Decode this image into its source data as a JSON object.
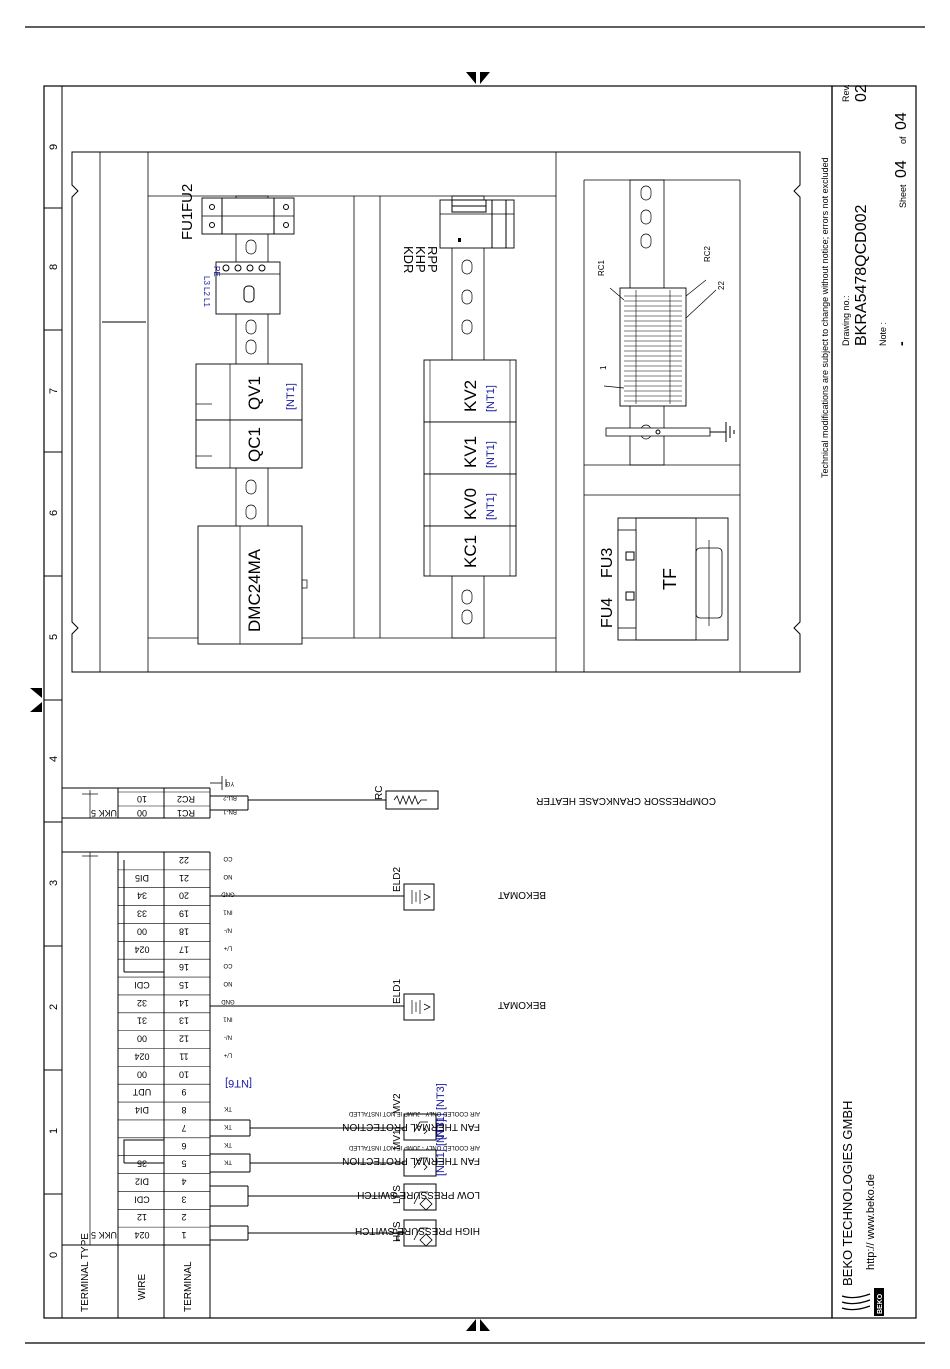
{
  "title_block": {
    "company": "BEKO TECHNOLOGIES GMBH",
    "website": "http:// www.beko.de",
    "disclaimer": "Technical modifications are subject to change without notice; errors not excluded",
    "drawing_no_label": "Drawing no.:",
    "drawing_no": "BKRA5478QCD002",
    "note_label": "Note :",
    "note_value": "-",
    "rev_label": "Rev.",
    "rev": "02",
    "sheet_label": "Sheet",
    "sheet_no": "04",
    "of_label": "of",
    "sheet_total": "04"
  },
  "grid_labels": [
    "0",
    "1",
    "2",
    "3",
    "4",
    "5",
    "6",
    "7",
    "8",
    "9"
  ],
  "terminal_headers": {
    "type": "TERMINAL TYPE",
    "wire": "WIRE",
    "terminal": "TERMINAL"
  },
  "panel": {
    "components": {
      "dmc": "DMC24MA",
      "qc1": "QC1",
      "qv1": "QV1",
      "qv1_note": "[NT1]",
      "fu1": "FU1",
      "fu2": "FU2",
      "pe_block": "PE",
      "l2": "L2",
      "l3": "L3",
      "l1": "L1",
      "kc1": "KC1",
      "kv0": "KV0",
      "kv0_note": "[NT1]",
      "kv1": "KV1",
      "kv1_note": "[NT1]",
      "kv2": "KV2",
      "kv2_note": "[NT1]",
      "rpp": "RPP",
      "khp": "KHP",
      "kdr": "KDR",
      "fu4": "FU4",
      "fu3": "FU3",
      "tf": "TF",
      "rc1": "RC1",
      "rc2": "RC2",
      "t1": "1",
      "t22": "22"
    }
  },
  "devices": {
    "hps": {
      "tag": "HPS",
      "label": "HIGH PRESSURE SWITCH"
    },
    "lps": {
      "tag": "LPS",
      "label": "LOW PRESSURE SWITCH"
    },
    "mv1": {
      "tag": "MV1",
      "label": "FAN THERMAL PROTECTION",
      "note": "AIR COOLED ONLY - JUMP IF NOT INSTALLED",
      "refs": "[NT1] [NT3]"
    },
    "mv2": {
      "tag": "MV2",
      "label": "FAN THERMAL PROTECTION",
      "note": "AIR COOLED ONLY - JUMP IF NOT INSTALLED",
      "refs": "[NT1] [NT3]"
    },
    "nt6": "[NT6]",
    "eld1": {
      "tag": "ELD1",
      "label": "BEKOMAT"
    },
    "eld2": {
      "tag": "ELD2",
      "label": "BEKOMAT"
    },
    "rc": {
      "tag": "RC",
      "label": "COMPRESSOR CRANKCASE HEATER"
    }
  },
  "terminal_rows": [
    {
      "terminal": "1",
      "wire": "024",
      "type": "UKK 5",
      "pin": ""
    },
    {
      "terminal": "2",
      "wire": "12",
      "type": "",
      "pin": ""
    },
    {
      "terminal": "3",
      "wire": "CDI",
      "type": "",
      "pin": ""
    },
    {
      "terminal": "4",
      "wire": "DI2",
      "type": "",
      "pin": ""
    },
    {
      "terminal": "5",
      "wire": "35",
      "type": "",
      "pin": "TK"
    },
    {
      "terminal": "6",
      "wire": "",
      "type": "",
      "pin": "TK"
    },
    {
      "terminal": "7",
      "wire": "",
      "type": "",
      "pin": "TK"
    },
    {
      "terminal": "8",
      "wire": "DI4",
      "type": "",
      "pin": "TK"
    },
    {
      "terminal": "9",
      "wire": "UDT",
      "type": "",
      "pin": ""
    },
    {
      "terminal": "10",
      "wire": "00",
      "type": "",
      "pin": ""
    },
    {
      "terminal": "11",
      "wire": "024",
      "type": "",
      "pin": "L/+"
    },
    {
      "terminal": "12",
      "wire": "00",
      "type": "",
      "pin": "N/-"
    },
    {
      "terminal": "13",
      "wire": "31",
      "type": "",
      "pin": "IN1"
    },
    {
      "terminal": "14",
      "wire": "32",
      "type": "",
      "pin": "GND"
    },
    {
      "terminal": "15",
      "wire": "CDI",
      "type": "",
      "pin": "NO"
    },
    {
      "terminal": "16",
      "wire": "",
      "type": "",
      "pin": "CO"
    },
    {
      "terminal": "17",
      "wire": "024",
      "type": "",
      "pin": "L/+"
    },
    {
      "terminal": "18",
      "wire": "00",
      "type": "",
      "pin": "N/-"
    },
    {
      "terminal": "19",
      "wire": "33",
      "type": "",
      "pin": "IN1"
    },
    {
      "terminal": "20",
      "wire": "34",
      "type": "",
      "pin": "GND"
    },
    {
      "terminal": "21",
      "wire": "DI5",
      "type": "",
      "pin": "NO"
    },
    {
      "terminal": "22",
      "wire": "",
      "type": "",
      "pin": "CO"
    }
  ],
  "rc_rows": [
    {
      "terminal": "RC1",
      "wire": "00",
      "type": "UKK 5",
      "pin": "BN-1"
    },
    {
      "terminal": "RC2",
      "wire": "10",
      "type": "",
      "pin": "BU-2"
    },
    {
      "terminal": "",
      "wire": "",
      "type": "",
      "pin": "YG"
    }
  ]
}
